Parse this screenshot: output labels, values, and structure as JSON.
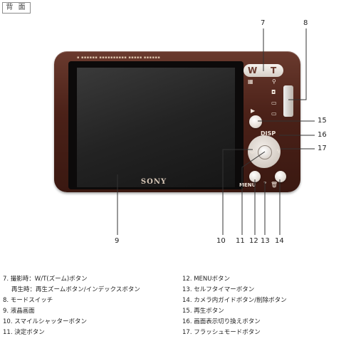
{
  "header": {
    "tag": "背 面"
  },
  "camera": {
    "brand": "SONY",
    "zoom_w": "W",
    "zoom_t": "T",
    "disp_label": "DISP",
    "menu_label": "MENU"
  },
  "callouts": {
    "c7": "7",
    "c8": "8",
    "c9": "9",
    "c10": "10",
    "c11": "11",
    "c12": "12",
    "c13": "13",
    "c14": "14",
    "c15": "15",
    "c16": "16",
    "c17": "17"
  },
  "legend_left": [
    "7. 撮影時：W/T(ズーム)ボタン",
    "再生時：再生ズームボタン/インデックスボタン",
    "8. モードスイッチ",
    "9. 液晶画面",
    "10. スマイルシャッターボタン",
    "11. 決定ボタン"
  ],
  "legend_right": [
    "12. MENUボタン",
    "13. セルフタイマーボタン",
    "14. カメラ内ガイドボタン/削除ボタン",
    "15. 再生ボタン",
    "16. 画面表示切り換えボタン",
    "17. フラッシュモードボタン"
  ],
  "colors": {
    "body": "#4b2118",
    "screen": "#232323",
    "button": "#e4ddd6",
    "leader": "#333333"
  }
}
